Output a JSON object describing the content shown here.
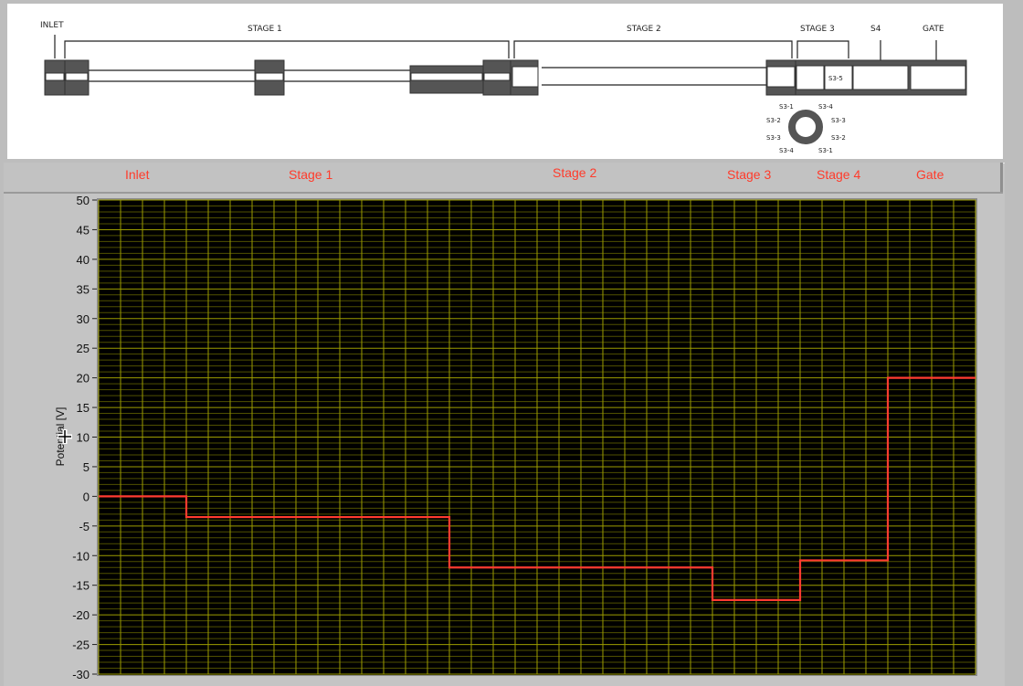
{
  "diagram": {
    "labels": {
      "inlet": "INLET",
      "stage1": "STAGE 1",
      "stage2": "STAGE 2",
      "stage3": "STAGE 3",
      "s4": "S4",
      "gate": "GATE",
      "s3_5": "S3-5"
    },
    "segment_labels": [
      "S3-1",
      "S3-4",
      "S3-2",
      "S3-3",
      "S3-3",
      "S3-2",
      "S3-4",
      "S3-1"
    ]
  },
  "stage_bar": [
    "Inlet",
    "Stage 1",
    "Stage 2",
    "Stage 3",
    "Stage 4",
    "Gate"
  ],
  "colors": {
    "trace": "#ff3b30",
    "grid_major": "#9c9c00",
    "grid_minor": "#505000",
    "plot_bg": "#000000",
    "stage_text": "#ff3b2b"
  },
  "chart_data": {
    "type": "line",
    "title": "",
    "xlabel": "",
    "ylabel": "Potential [V]",
    "ylim": [
      -30,
      50
    ],
    "xlim": [
      0,
      40
    ],
    "yticks": [
      50,
      45,
      40,
      35,
      30,
      25,
      20,
      15,
      10,
      5,
      0,
      -5,
      -10,
      -15,
      -20,
      -25,
      -30
    ],
    "grid": true,
    "step": true,
    "series": [
      {
        "name": "Potential",
        "x": [
          0,
          4,
          4,
          16,
          16,
          28,
          28,
          32,
          32,
          36,
          36,
          40
        ],
        "y": [
          0,
          0,
          -3.5,
          -3.5,
          -12,
          -12,
          -17.5,
          -17.5,
          -10.8,
          -10.8,
          20,
          20
        ]
      }
    ]
  }
}
